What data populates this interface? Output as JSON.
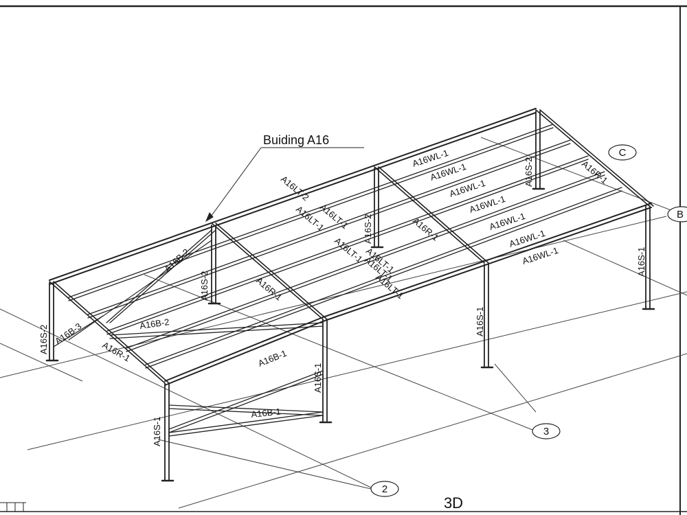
{
  "drawing": {
    "title": "Buiding A16",
    "view": "3D",
    "grid_bubbles": [
      "C",
      "B",
      "2",
      "3"
    ],
    "members": [
      "A16WL-1",
      "A16WL-1",
      "A16WL-1",
      "A16WL-1",
      "A16WL-1",
      "A16WL-1",
      "A16WL-1",
      "A16S-2",
      "A16R-1",
      "A16LT-2",
      "A16LT-1",
      "A16LT-1",
      "A16S-2",
      "A16R-1",
      "A16LT-1",
      "A16LT-1",
      "A16LT-1",
      "A16LT-1",
      "A16S-1",
      "A16B-2",
      "A16S-2",
      "A16R-1",
      "A16B-2",
      "A16B-3",
      "A16S-2",
      "A16R-1",
      "A16B-1",
      "A16S-1",
      "A16S-1",
      "A16S-1",
      "A16B-1"
    ]
  },
  "colors": {
    "steel": "#222222",
    "grid_line": "#444444",
    "background": "#ffffff"
  }
}
